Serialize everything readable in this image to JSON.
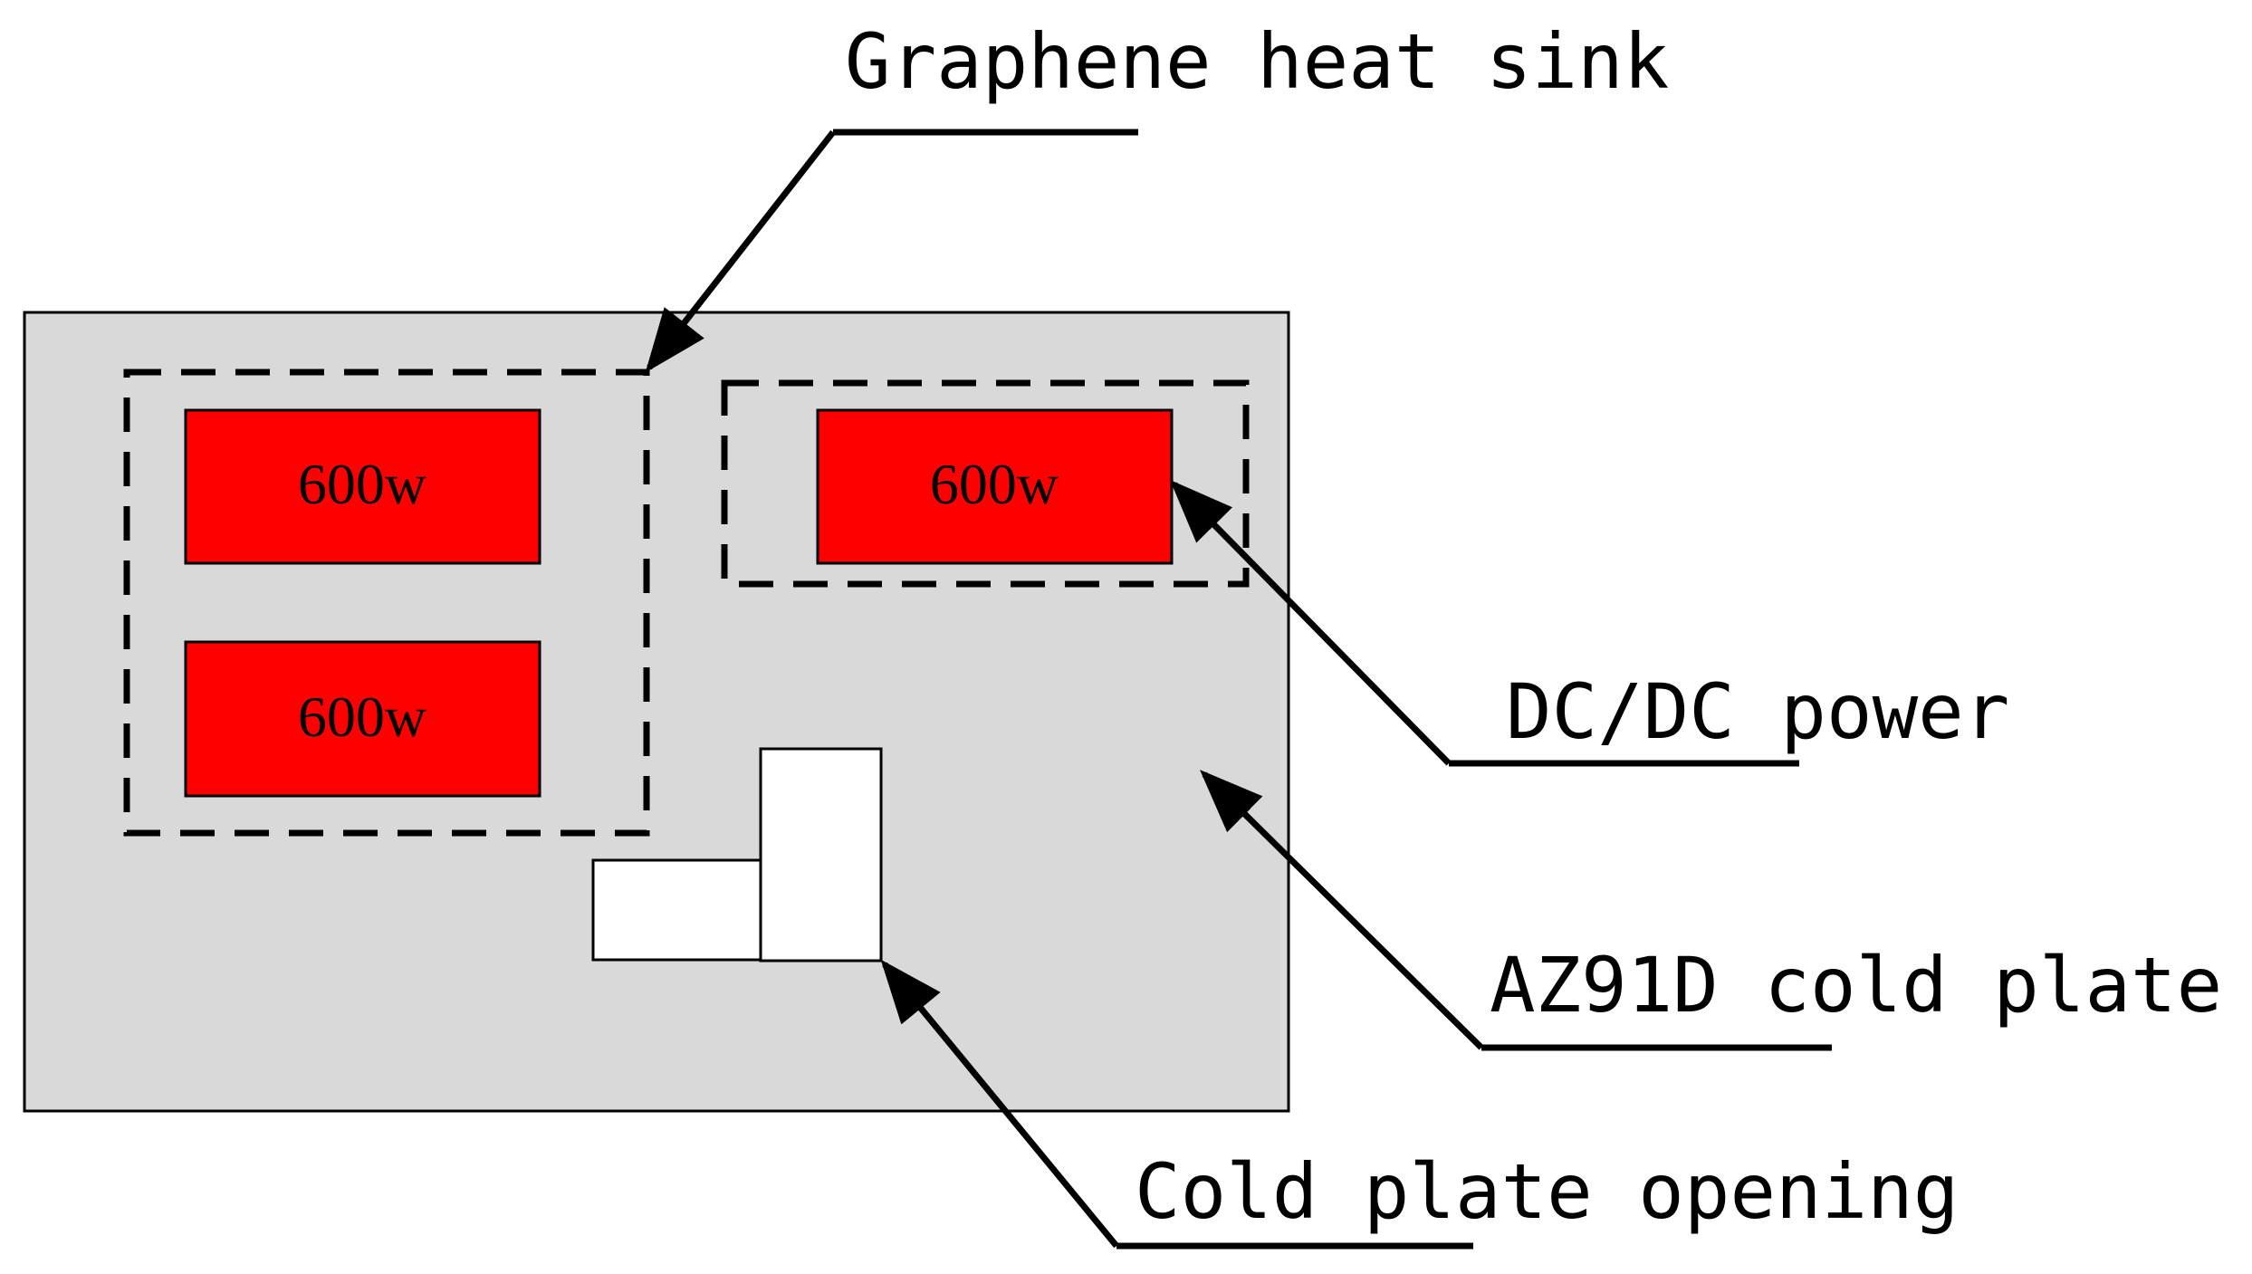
{
  "labels": {
    "heat_sink": "Graphene heat sink",
    "dcdc": "DC/DC power",
    "cold_plate": "AZ91D cold plate",
    "opening": "Cold plate opening"
  },
  "heat_sources": [
    {
      "id": "heat-source-1",
      "label": "600w"
    },
    {
      "id": "heat-source-2",
      "label": "600w"
    },
    {
      "id": "heat-source-3",
      "label": "600w"
    }
  ],
  "colors": {
    "plate_fill": "#d9d9d9",
    "heat_source_fill": "#ff0000",
    "opening_fill": "#ffffff",
    "stroke": "#000000"
  }
}
